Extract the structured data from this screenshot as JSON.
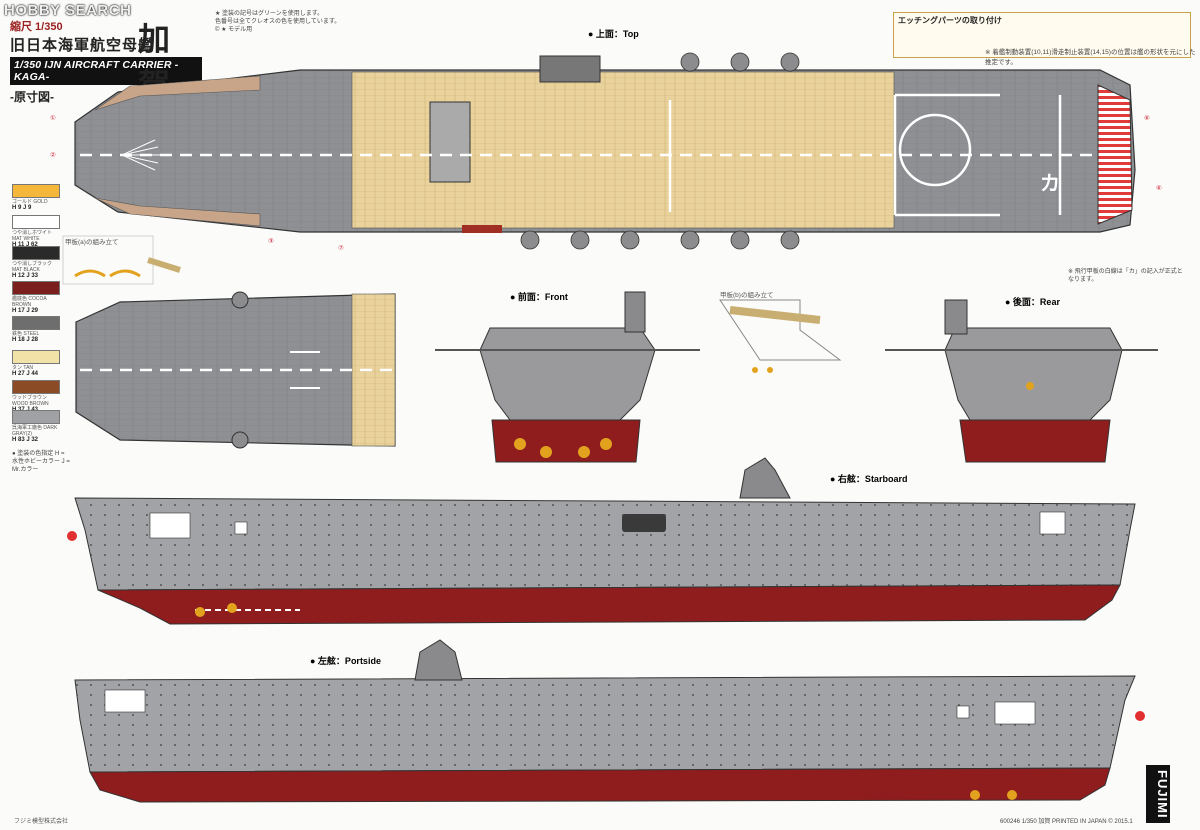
{
  "watermark": "HOBBY SEARCH",
  "title": {
    "scale": "縮尺 1/350",
    "name_jp": "旧日本海軍航空母艦",
    "name_kanji": "加賀",
    "name_en": "1/350 IJN AIRCRAFT CARRIER -KAGA-",
    "subtitle": "-原寸図-"
  },
  "notes": {
    "top_note": "★ 塗装の記号はグリーンを使用します。\n色番号は全てクレオスの色を使用しています。\n© ★ モデル用",
    "etching_title": "エッチングパーツの取り付け",
    "deck_note": "※ 着艦制動装置(10,11)滑走制止装置(14,15)の位置は艦の形状を元にした推定です。",
    "deck_callout": "甲板(a)の組み立て",
    "stern_callout": "甲板(b)の組み立て",
    "side_note": "※ 飛行甲板の白線は「カ」の記入が正式となります。"
  },
  "views": {
    "top": "● 上面：Top",
    "front": "● 前面：Front",
    "rear": "● 後面：Rear",
    "starboard": "● 右舷：Starboard",
    "portside": "● 左舷：Portside"
  },
  "deck_mark": "カ",
  "colors": {
    "hull_red": "#8f1d1d",
    "hull_grey": "#9a9a9c",
    "deck_grey": "#8d8f92",
    "deck_wood": "#e8cf95",
    "line_white": "#ffffff",
    "accent_red": "#e03030",
    "propeller": "#e3a21e"
  },
  "swatches": [
    {
      "name": "ゴールド GOLD",
      "code": "H 9  J 9",
      "color": "#f4b73a"
    },
    {
      "name": "つや消しホワイト MAT WHITE",
      "code": "H 11  J 62",
      "color": "#ffffff"
    },
    {
      "name": "つや消しブラック MAT BLACK",
      "code": "H 12  J 33",
      "color": "#2a2a2a"
    },
    {
      "name": "艦底色 COCOA BROWN",
      "code": "H 17  J 29",
      "color": "#7a1e1e"
    },
    {
      "name": "鉄色 STEEL",
      "code": "H 18  J 28",
      "color": "#6e6e6e"
    },
    {
      "name": "タン TAN",
      "code": "H 27  J 44",
      "color": "#f1e3a8"
    },
    {
      "name": "ウッドブラウン WOOD BROWN",
      "code": "H 37  J 43",
      "color": "#8a4b25"
    },
    {
      "name": "呉海軍工廠色 DARK GRAY(2)",
      "code": "H 83  J 32",
      "color": "#9fa1a4"
    }
  ],
  "legend_note": "● 塗装の色指定 H = 水性ホビーカラー J = Mr.カラー",
  "footer": {
    "maker": "フジミ模型株式会社",
    "code": "600246  1/350 加賀     PRINTED IN JAPAN © 2015.1",
    "brand": "FUJIMI"
  }
}
